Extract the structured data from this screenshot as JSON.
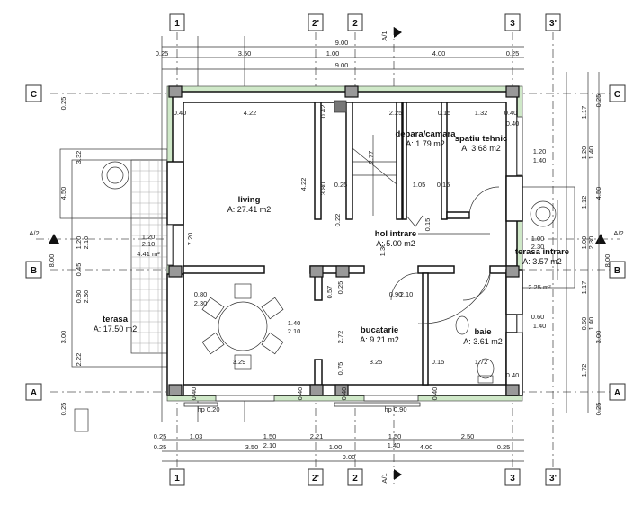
{
  "grid_axes": {
    "vertical": [
      "1",
      "2'",
      "2",
      "3",
      "3'"
    ],
    "horizontal": [
      "C",
      "B",
      "A"
    ],
    "section_marks": [
      "A/1",
      "A/1",
      "A/2",
      "A/2"
    ]
  },
  "rooms": [
    {
      "name": "living",
      "area": "A: 27.41 m2"
    },
    {
      "name": "debara/camara",
      "area": "A: 1.79 m2"
    },
    {
      "name": "spatiu tehnic",
      "area": "A: 3.68 m2"
    },
    {
      "name": "hol intrare",
      "area": "A: 5.00 m2"
    },
    {
      "name": "terasa intrare",
      "area": "A: 3.57 m2"
    },
    {
      "name": "terasa",
      "area": "A: 17.50 m2"
    },
    {
      "name": "bucatarie",
      "area": "A: 9.21 m2"
    },
    {
      "name": "baie",
      "area": "A: 3.61 m2"
    }
  ],
  "dimensions": {
    "top": [
      "9.00",
      "0.25",
      "3.50",
      "1.00",
      "4.00",
      "0.25",
      "9.00"
    ],
    "bottom": [
      "0.25",
      "1.03",
      "1.50",
      "2.21",
      "1.50",
      "2.50",
      "2.10",
      "1.40",
      "0.25",
      "3.50",
      "1.00",
      "4.00",
      "0.25",
      "9.00"
    ],
    "left": [
      "0.25",
      "4.50",
      "8.00",
      "1.20",
      "2.10",
      "0.45",
      "0.80",
      "2.30",
      "3.00",
      "3.32",
      "2.22",
      "0.25"
    ],
    "right": [
      "0.25",
      "1.17",
      "1.20",
      "1.40",
      "4.50",
      "1.12",
      "8.00",
      "1.00",
      "2.30",
      "1.17",
      "0.60",
      "1.40",
      "3.00",
      "1.72",
      "0.25"
    ],
    "interior": [
      "0.40",
      "4.22",
      "0.42",
      "2.25",
      "0.15",
      "1.32",
      "0.40",
      "3.80",
      "4.22",
      "2.77",
      "0.25",
      "1.05",
      "0.15",
      "0.22",
      "1.30",
      "0.15",
      "1.20",
      "2.10",
      "7.20",
      "4.41 m²",
      "1.20",
      "1.40",
      "1.00",
      "2.30",
      "2.25 m²",
      "0.60",
      "1.40",
      "0.90",
      "2.10",
      "0.80",
      "2.30",
      "1.40",
      "2.10",
      "2.72",
      "0.57",
      "0.25",
      "3.25",
      "0.75",
      "0.15",
      "1.72",
      "0.40",
      "0.40",
      "0.40",
      "0.40",
      "hp 0.20",
      "hp 0.90",
      "3.29",
      "0.40",
      "0.40"
    ]
  },
  "colors": {
    "walls": "#111111",
    "insulation": "#cfe8c8",
    "columns": "#999999",
    "grid": "#555555"
  }
}
